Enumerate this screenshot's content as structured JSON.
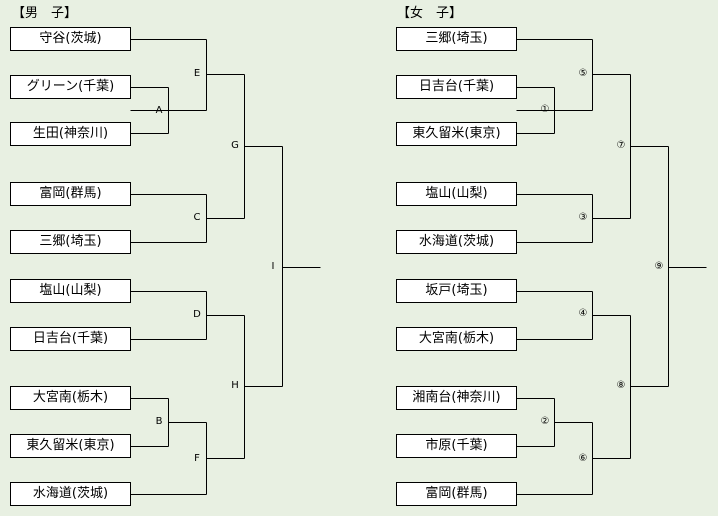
{
  "men": {
    "heading": "【男　子】",
    "teams": [
      "守谷(茨城)",
      "グリーン(千葉)",
      "生田(神奈川)",
      "富岡(群馬)",
      "三郷(埼玉)",
      "塩山(山梨)",
      "日吉台(千葉)",
      "大宮南(栃木)",
      "東久留米(東京)",
      "水海道(茨城)"
    ],
    "matches": [
      "A",
      "B",
      "C",
      "D",
      "E",
      "F",
      "G",
      "H",
      "I"
    ]
  },
  "women": {
    "heading": "【女　子】",
    "teams": [
      "三郷(埼玉)",
      "日吉台(千葉)",
      "東久留米(東京)",
      "塩山(山梨)",
      "水海道(茨城)",
      "坂戸(埼玉)",
      "大宮南(栃木)",
      "湘南台(神奈川)",
      "市原(千葉)",
      "富岡(群馬)"
    ],
    "matches": [
      "①",
      "②",
      "③",
      "④",
      "⑤",
      "⑥",
      "⑦",
      "⑧",
      "⑨"
    ]
  },
  "colors": {
    "background": "#e8f0e2",
    "line": "#000000",
    "box": "#ffffff"
  }
}
